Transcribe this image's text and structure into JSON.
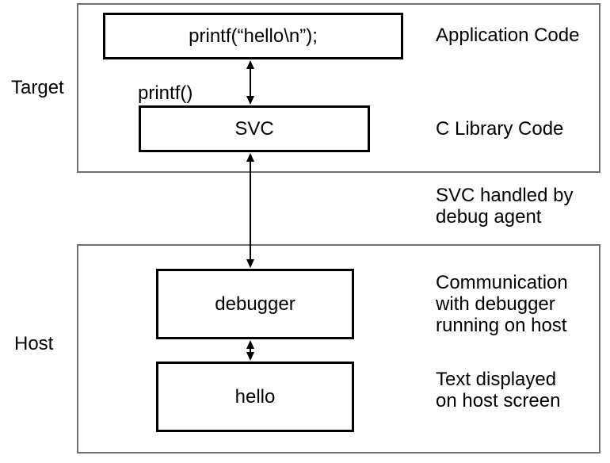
{
  "diagram": {
    "side_labels": {
      "target": "Target",
      "host": "Host"
    },
    "target_section": {
      "application_box_text": "printf(“hello\\n”);",
      "svc_box_text": "SVC",
      "printf_caption": "printf()",
      "application_note": "Application Code",
      "c_library_note": "C Library Code"
    },
    "middle_note": "SVC handled by\ndebug agent",
    "host_section": {
      "debugger_box_text": "debugger",
      "hello_box_text": "hello",
      "debugger_note": "Communication\nwith debugger\nrunning on host",
      "hello_note": "Text displayed\non host screen"
    },
    "icons": {
      "arrow_app_svc": "double-headed vertical arrow",
      "arrow_svc_debugger": "double-headed vertical arrow",
      "arrow_debugger_hello": "double-headed vertical arrow"
    },
    "colors": {
      "background": "#ffffff",
      "outer_box_border": "#6f6f6f",
      "inner_box_border": "#000000",
      "text": "#000000"
    }
  }
}
